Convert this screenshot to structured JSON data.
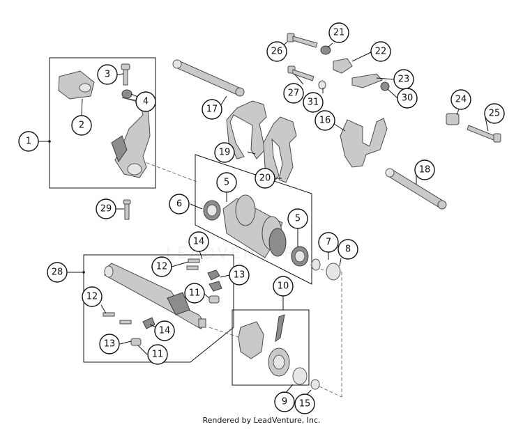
{
  "diagram": {
    "callouts": [
      "1",
      "2",
      "3",
      "4",
      "5",
      "5",
      "6",
      "7",
      "8",
      "9",
      "10",
      "11",
      "11",
      "12",
      "12",
      "13",
      "13",
      "14",
      "14",
      "15",
      "16",
      "17",
      "18",
      "19",
      "20",
      "21",
      "22",
      "23",
      "24",
      "25",
      "26",
      "27",
      "28",
      "29",
      "30",
      "31"
    ],
    "watermark": "LEADVENTURE",
    "footer": "Rendered by LeadVenture, Inc.",
    "colors": {
      "line": "#111111",
      "part": "#c9c9c9",
      "part_dark": "#8c8c8c"
    }
  }
}
